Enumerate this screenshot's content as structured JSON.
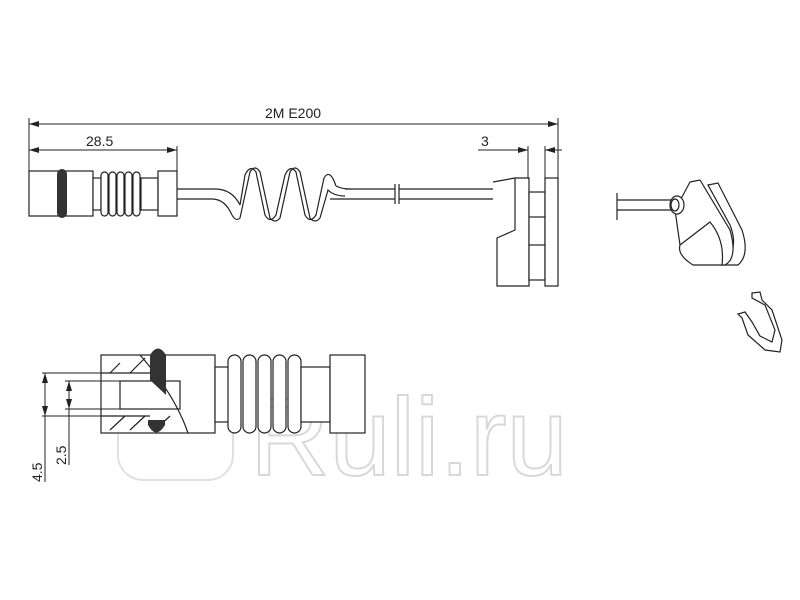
{
  "dimensions": {
    "overall_length": "2M   E200",
    "connector_length": "28.5",
    "pad_gap": "3",
    "outer_diameter": "4.5",
    "inner_diameter": "2.5"
  },
  "watermark": "Ruli.ru",
  "colors": {
    "line": "#222222",
    "band": "#333333",
    "watermark": "#d8d8d8"
  }
}
